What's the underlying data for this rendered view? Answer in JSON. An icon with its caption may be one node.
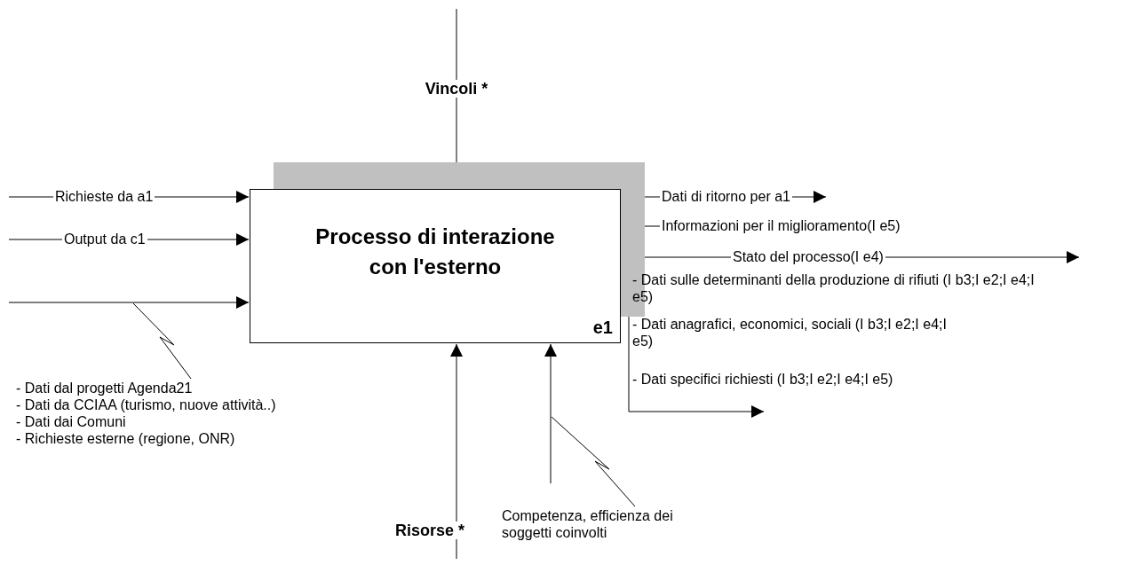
{
  "diagram": {
    "nodes": [
      {
        "text": [
          "Processo di interazione con l'esterno",
          "e1"
        ]
      },
      {
        "text": [
          "- Dati dal progetti Agenda21",
          "- Dati da CCIAA (turismo, nuove attività..)",
          "- Dati dai Comuni",
          "- Richieste esterne (regione, ONR)"
        ]
      },
      {
        "text": [
          "Competenza, efficienza dei soggetti coinvolti"
        ]
      }
    ],
    "edges": [
      {
        "from": null,
        "to": 0,
        "arrow": "to",
        "label": "Richieste da a1"
      },
      {
        "from": null,
        "to": 0,
        "arrow": "to",
        "label": "Output da c1"
      },
      {
        "from": null,
        "to": 0,
        "arrow": "to"
      },
      {
        "from": 1,
        "to": null,
        "arrow": "none"
      },
      {
        "from": null,
        "to": 0,
        "arrow": "to",
        "label": "Vincoli *"
      },
      {
        "from": null,
        "to": 0,
        "arrow": "to",
        "label": "Risorse *"
      },
      {
        "from": null,
        "to": 0,
        "arrow": "to"
      },
      {
        "from": 2,
        "to": null,
        "arrow": "none"
      },
      {
        "from": 0,
        "to": null,
        "arrow": "to",
        "label": "Dati di ritorno per a1"
      },
      {
        "from": 0,
        "to": null,
        "arrow": "to",
        "label": "Informazioni per il miglioramento(I e5)"
      },
      {
        "from": 0,
        "to": null,
        "arrow": "to",
        "label": "Stato del processo(I e4)"
      },
      {
        "from": 0,
        "to": null,
        "arrow": "to"
      }
    ],
    "labels": [
      "- Dati sulle determinanti della produzione di rifiuti (I b3;I e2;I e4;I e5)",
      "- Dati anagrafici, economici, sociali (I b3;I e2;I e4;I e5)",
      "- Dati specifici richiesti (I b3;I e2;I  e4;I e5)"
    ]
  }
}
